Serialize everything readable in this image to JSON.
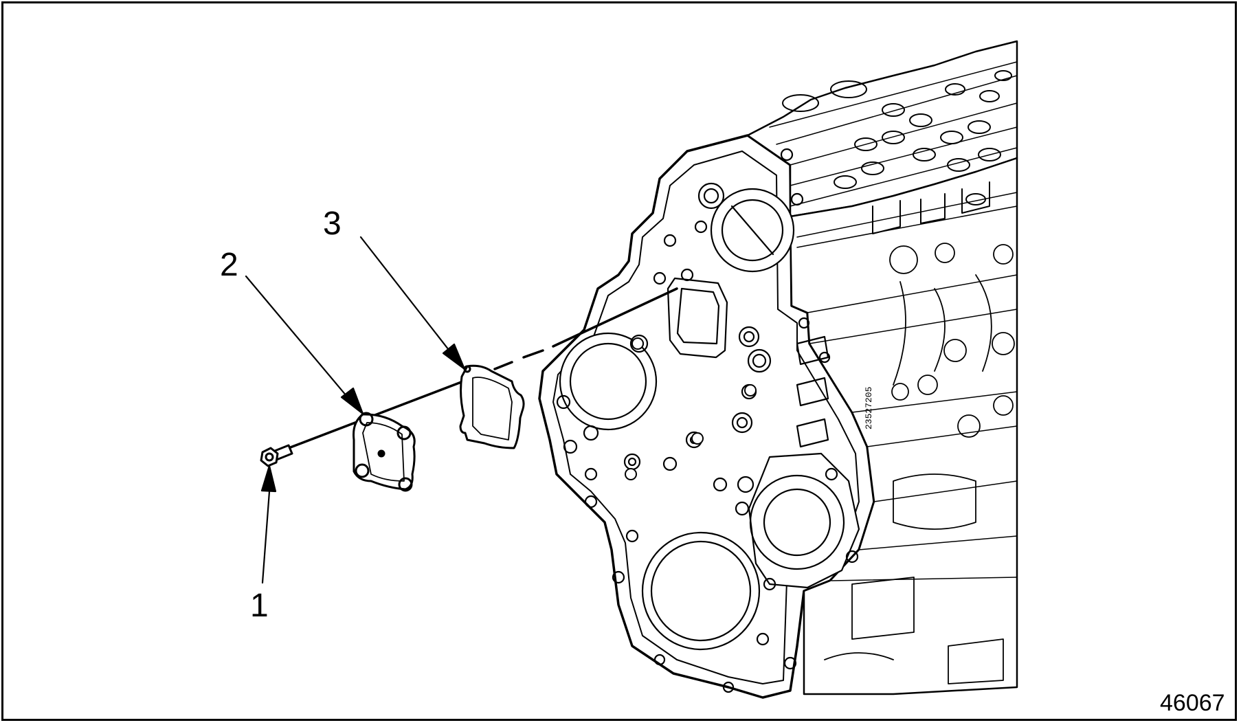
{
  "figure_number": "46067",
  "block_stamp": "23527205",
  "callouts": [
    {
      "label": "1",
      "part": "bolt"
    },
    {
      "label": "2",
      "part": "cover-plate"
    },
    {
      "label": "3",
      "part": "gasket"
    }
  ],
  "colors": {
    "line": "#000000",
    "background": "#ffffff"
  }
}
